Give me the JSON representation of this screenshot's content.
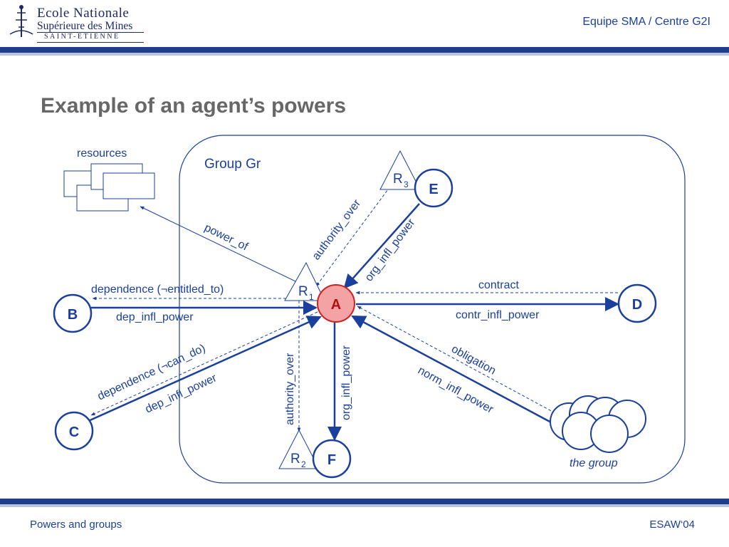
{
  "header": {
    "logo_line1": "Ecole Nationale",
    "logo_line2": "Supérieure des Mines",
    "logo_line3": "SAINT-ETIENNE",
    "right_text": "Equipe SMA / Centre G2I"
  },
  "title": "Example of an agent’s powers",
  "diagram": {
    "group_label": "Group Gr",
    "resources_label": "resources",
    "the_group_label": "the group",
    "nodes": {
      "A": "A",
      "B": "B",
      "C": "C",
      "D": "D",
      "E": "E",
      "F": "F"
    },
    "roles": {
      "R1": "R",
      "R1_sub": "1",
      "R2": "R",
      "R2_sub": "2",
      "R3": "R",
      "R3_sub": "3"
    },
    "edge_labels": {
      "power_of": "power_of",
      "authority_over_top": "authority_over",
      "org_infl_power_top": "org_infl_power",
      "dependence_entitled": "dependence (¬entitled_to)",
      "dep_infl_power_b": "dep_infl_power",
      "contract": "contract",
      "contr_infl_power": "contr_infl_power",
      "dependence_can_do": "dependence (¬can_do)",
      "dep_infl_power_c": "dep_infl_power",
      "authority_over_bottom": "authority_over",
      "org_infl_power_bottom": "org_infl_power",
      "obligation": "obligation",
      "norm_infl_power": "norm_infl_power"
    },
    "colors": {
      "line": "#1a3f9c",
      "node_fill": "#ffffff",
      "agent_fill": "#f3a3a3",
      "agent_stroke": "#cc2222",
      "agent_text": "#b01010"
    }
  },
  "footer": {
    "left": "Powers and groups",
    "right": "ESAW‘04"
  }
}
